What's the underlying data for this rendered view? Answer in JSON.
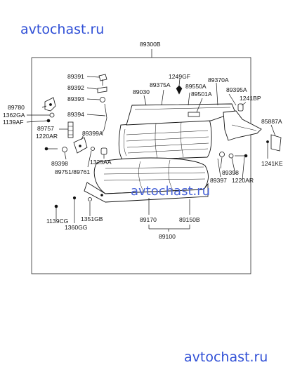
{
  "watermark": "avtochast.ru",
  "labels": {
    "l89300B": "89300B",
    "l89391": "89391",
    "l89392": "89392",
    "l89393": "89393",
    "l89394": "89394",
    "l89780": "89780",
    "l1362GA": "1362GA",
    "l1139AF": "1139AF",
    "l89757": "89757",
    "l1220AR_left": "1220AR",
    "l89399A": "89399A",
    "l89398_left": "89398",
    "l89751_89761": "89751/89761",
    "l1325AA": "1325AA",
    "l1249GF": "1249GF",
    "l89375A": "89375A",
    "l89030": "89030",
    "l89550A": "89550A",
    "l89501A": "89501A",
    "l89370A": "89370A",
    "l89395A": "89395A",
    "l1241BP": "1241BP",
    "l85887A": "85887A",
    "l1241KE": "1241KE",
    "l89398_right": "89398",
    "l89397": "89397",
    "l1220AR_right": "1220AR",
    "l1139CG": "1139CG",
    "l1360GG": "1360GG",
    "l1351GB": "1351GB",
    "l89170": "89170",
    "l89150B": "89150B",
    "l89100": "89100"
  }
}
